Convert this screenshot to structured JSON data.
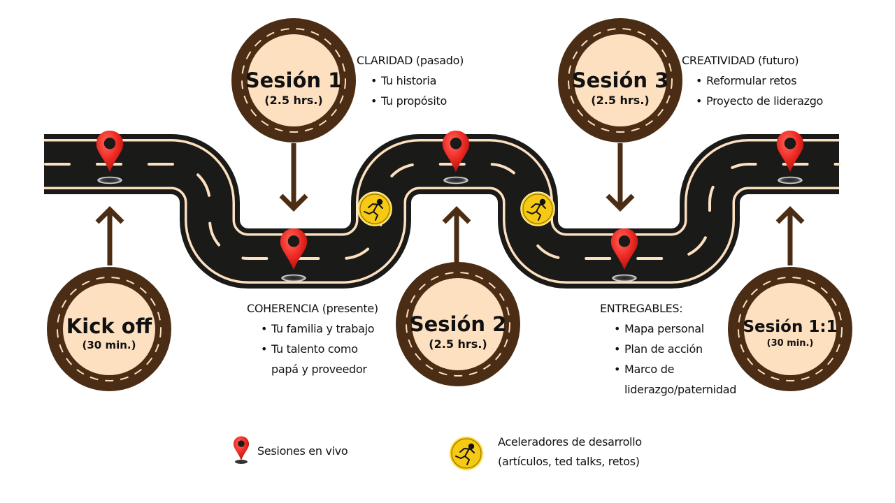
{
  "diagram": {
    "title": "Roadmap de sesiones",
    "colors": {
      "road": "#1a1a18",
      "road_line": "#fde0c0",
      "circle_ring": "#4a2d14",
      "circle_fill": "#fde0c0",
      "pin": "#ee2a24",
      "accelerator": "#f6c915",
      "arrow": "#4a2d14"
    },
    "milestones": [
      {
        "id": "kickoff",
        "title": "Kick off",
        "duration": "(30 min.)",
        "position": "below"
      },
      {
        "id": "sesion1",
        "title": "Sesión 1",
        "duration": "(2.5 hrs.)",
        "position": "above"
      },
      {
        "id": "sesion2",
        "title": "Sesión 2",
        "duration": "(2.5 hrs.)",
        "position": "below"
      },
      {
        "id": "sesion3",
        "title": "Sesión 3",
        "duration": "(2.5 hrs.)",
        "position": "above"
      },
      {
        "id": "sesion11",
        "title": "Sesión 1:1",
        "duration": "(30 min.)",
        "position": "below"
      }
    ],
    "notes": {
      "claridad": {
        "heading": "CLARIDAD (pasado)",
        "items": [
          "Tu historia",
          "Tu propósito"
        ]
      },
      "coherencia": {
        "heading": "COHERENCIA (presente)",
        "items": [
          "Tu familia y trabajo",
          "Tu talento como papá y proveedor"
        ]
      },
      "creatividad": {
        "heading": "CREATIVIDAD (futuro)",
        "items": [
          "Reformular retos",
          "Proyecto de liderazgo"
        ]
      },
      "entregables": {
        "heading": "ENTREGABLES:",
        "items": [
          "Mapa personal",
          "Plan de acción",
          "Marco de liderazgo/paternidad"
        ]
      }
    },
    "markers": {
      "pins": 5,
      "accelerators": 2,
      "pin_icon": "map-pin-icon",
      "accelerator_icon": "running-person-icon"
    },
    "legend": [
      {
        "icon": "map-pin-icon",
        "label": "Sesiones en vivo"
      },
      {
        "icon": "running-person-icon",
        "label": "Aceleradores de desarrollo",
        "label2": "(artículos, ted talks, retos)"
      }
    ]
  }
}
